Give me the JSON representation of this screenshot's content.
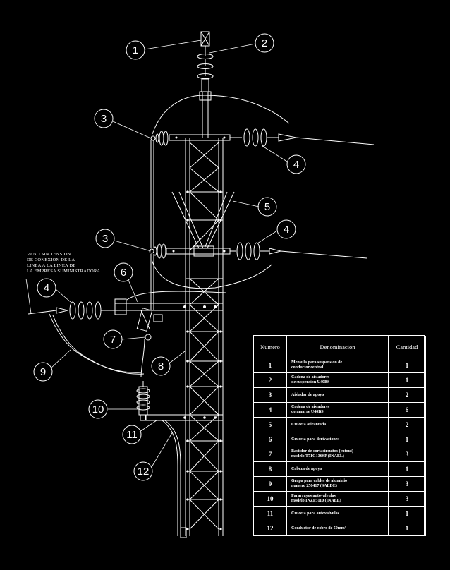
{
  "note_lines": [
    "VANO SIN TENSION",
    "DE CONEXION DE LA",
    "LINEA A LA LINEA DE",
    "LA EMPRESA SUMINISTRADORA"
  ],
  "callouts": [
    "1",
    "2",
    "3",
    "4",
    "5",
    "3",
    "4",
    "6",
    "4",
    "7",
    "8",
    "9",
    "10",
    "11",
    "12"
  ],
  "legend": {
    "headers": {
      "numero": "Numero",
      "denominacion": "Denominacion",
      "cantidad": "Cantidad"
    },
    "rows": [
      {
        "n": "1",
        "d": "Mensula para suspension de\nconductor central",
        "q": "1"
      },
      {
        "n": "2",
        "d": "Cadena de aisladores\nde suspension U40BS",
        "q": "1"
      },
      {
        "n": "3",
        "d": "Aislador de apoyo",
        "q": "2"
      },
      {
        "n": "4",
        "d": "Cadena de aisladores\nde amarre U40BS",
        "q": "6"
      },
      {
        "n": "5",
        "d": "Cruceta atirantada",
        "q": "2"
      },
      {
        "n": "6",
        "d": "Cruceta para derivaciones",
        "q": "1"
      },
      {
        "n": "7",
        "d": "Bastidor de cortacircuitos (cutout)\nmodelo T71G136SP (INAEL)",
        "q": "3"
      },
      {
        "n": "8",
        "d": "Cabeza de apoyo",
        "q": "1"
      },
      {
        "n": "9",
        "d": "Grapa para cables de aluminio\nnumero 250417 (SALDE)",
        "q": "3"
      },
      {
        "n": "10",
        "d": "Pararrayos autovalvulas\nmodelo INZP3110 (INAEL)",
        "q": "3"
      },
      {
        "n": "11",
        "d": "Cruceta para autovalvulas",
        "q": "1"
      },
      {
        "n": "12",
        "d": "Conductor de cobre de 50mm²",
        "q": "1"
      }
    ]
  }
}
